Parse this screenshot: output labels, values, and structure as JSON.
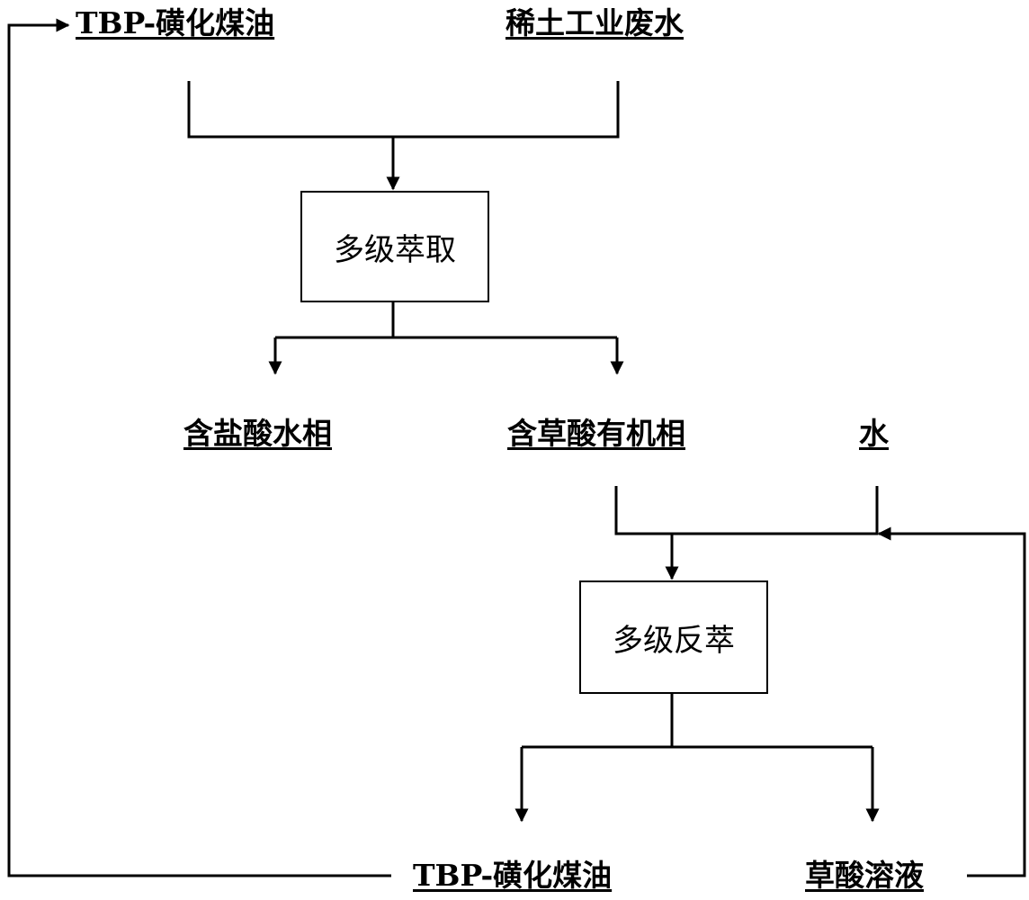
{
  "diagram": {
    "inputs": {
      "organic_feed": "TBP-磺化煤油",
      "wastewater": "稀土工业废水"
    },
    "steps": {
      "extraction": "多级萃取",
      "stripping": "多级反萃"
    },
    "extraction_outputs": {
      "aqueous_phase": "含盐酸水相",
      "organic_phase": "含草酸有机相"
    },
    "stripping_input": {
      "water": "水"
    },
    "stripping_outputs": {
      "recycled_organic": "TBP-磺化煤油",
      "oxalic_solution": "草酸溶液"
    },
    "colors": {
      "line": "#000000",
      "background": "#ffffff"
    }
  }
}
